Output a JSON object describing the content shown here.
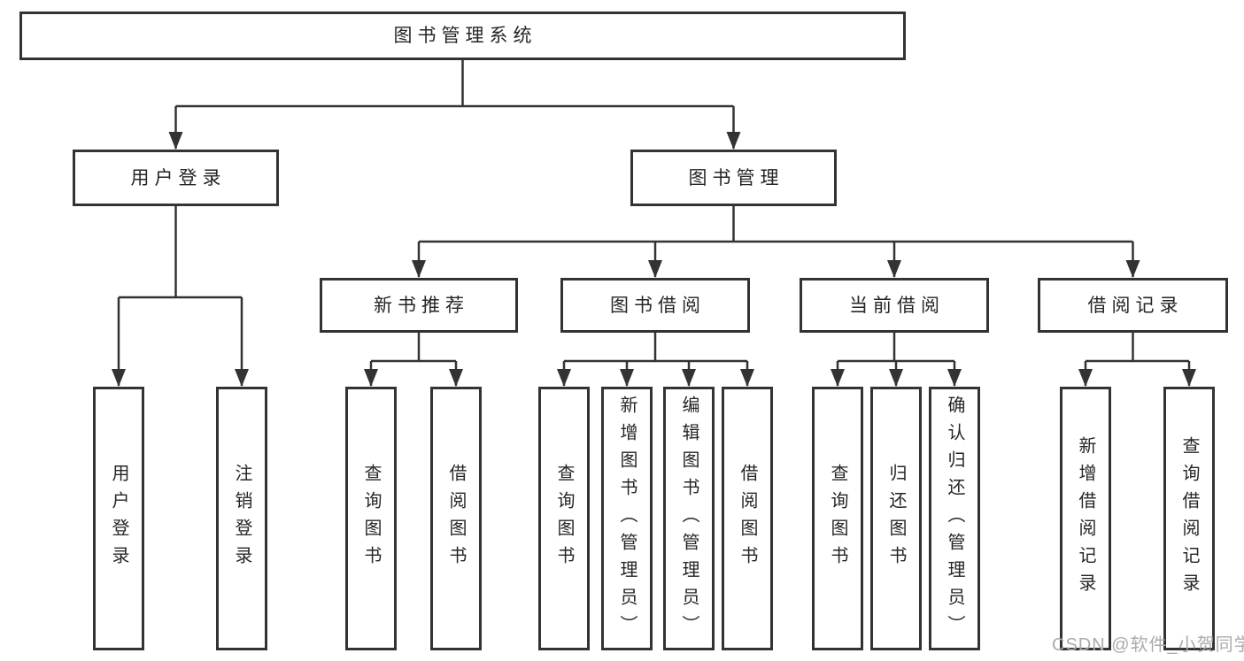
{
  "colors": {
    "line": "#333333",
    "box_border": "#333333",
    "box_fill": "#ffffff",
    "text": "#262626",
    "watermark": "#ababab",
    "background": "#ffffff"
  },
  "watermark": "CSDN @软件_小贺同学",
  "tree": {
    "label": "图书管理系统",
    "children": [
      {
        "label": "用户登录",
        "children": [
          {
            "label": "用户登录"
          },
          {
            "label": "注销登录"
          }
        ]
      },
      {
        "label": "图书管理",
        "children": [
          {
            "label": "新书推荐",
            "children": [
              {
                "label": "查询图书"
              },
              {
                "label": "借阅图书"
              }
            ]
          },
          {
            "label": "图书借阅",
            "children": [
              {
                "label": "查询图书"
              },
              {
                "label": "新增图书（管理员）"
              },
              {
                "label": "编辑图书（管理员）"
              },
              {
                "label": "借阅图书"
              }
            ]
          },
          {
            "label": "当前借阅",
            "children": [
              {
                "label": "查询图书"
              },
              {
                "label": "归还图书"
              },
              {
                "label": "确认归还（管理员）"
              }
            ]
          },
          {
            "label": "借阅记录",
            "children": [
              {
                "label": "新增借阅记录"
              },
              {
                "label": "查询借阅记录"
              }
            ]
          }
        ]
      }
    ]
  }
}
